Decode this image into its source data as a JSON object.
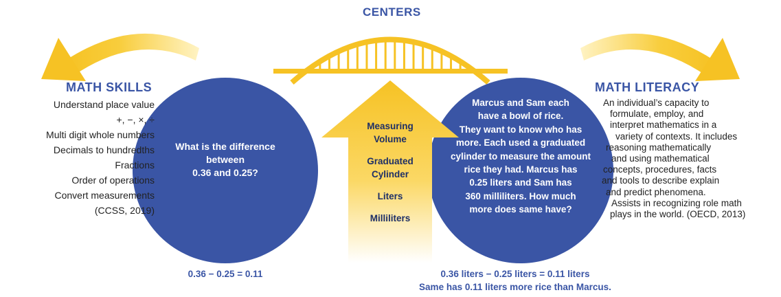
{
  "colors": {
    "blue": "#3a55a5",
    "gold": "#f6c224",
    "gold_light": "#fde9a0",
    "text_dark": "#222222"
  },
  "centers": {
    "title": "CENTERS"
  },
  "math_skills": {
    "title": "MATH SKILLS",
    "items": [
      "Understand place value",
      "+, −, ×, ÷",
      "Multi digit whole numbers",
      "Decimals to hundredths",
      "Fractions",
      "Order of operations",
      "Convert measurements",
      "(CCSS, 2019)"
    ]
  },
  "left_circle": {
    "lines": [
      "What is the difference",
      "between",
      "0.36 and 0.25?"
    ]
  },
  "center_arrow": {
    "items": [
      "Measuring",
      "Volume",
      "Graduated",
      "Cylinder",
      "Liters",
      "Milliliters"
    ]
  },
  "right_circle": {
    "lines": [
      "Marcus and Sam each",
      "have a bowl of rice.",
      "They want to know who has",
      "more. Each used a graduated",
      "cylinder to measure the amount",
      "rice they had. Marcus has",
      "0.25 liters and Sam has",
      "360 milliliters. How much",
      "more does same have?"
    ]
  },
  "math_literacy": {
    "title": "MATH LITERACY",
    "lines": [
      "An individual’s capacity to",
      "formulate, employ, and",
      "interpret mathematics in a",
      "variety of contexts. It includes",
      "reasoning mathematically",
      "and using mathematical",
      "concepts, procedures, facts",
      "and tools to describe explain",
      "and predict phenomena.",
      "Assists in recognizing role math",
      "plays in the world. (OECD, 2013)"
    ]
  },
  "left_equation": "0.36 − 0.25 = 0.11",
  "right_equation": {
    "line1": "0.36 liters − 0.25 liters = 0.11 liters",
    "line2": "Same has 0.11 liters more rice than Marcus."
  }
}
